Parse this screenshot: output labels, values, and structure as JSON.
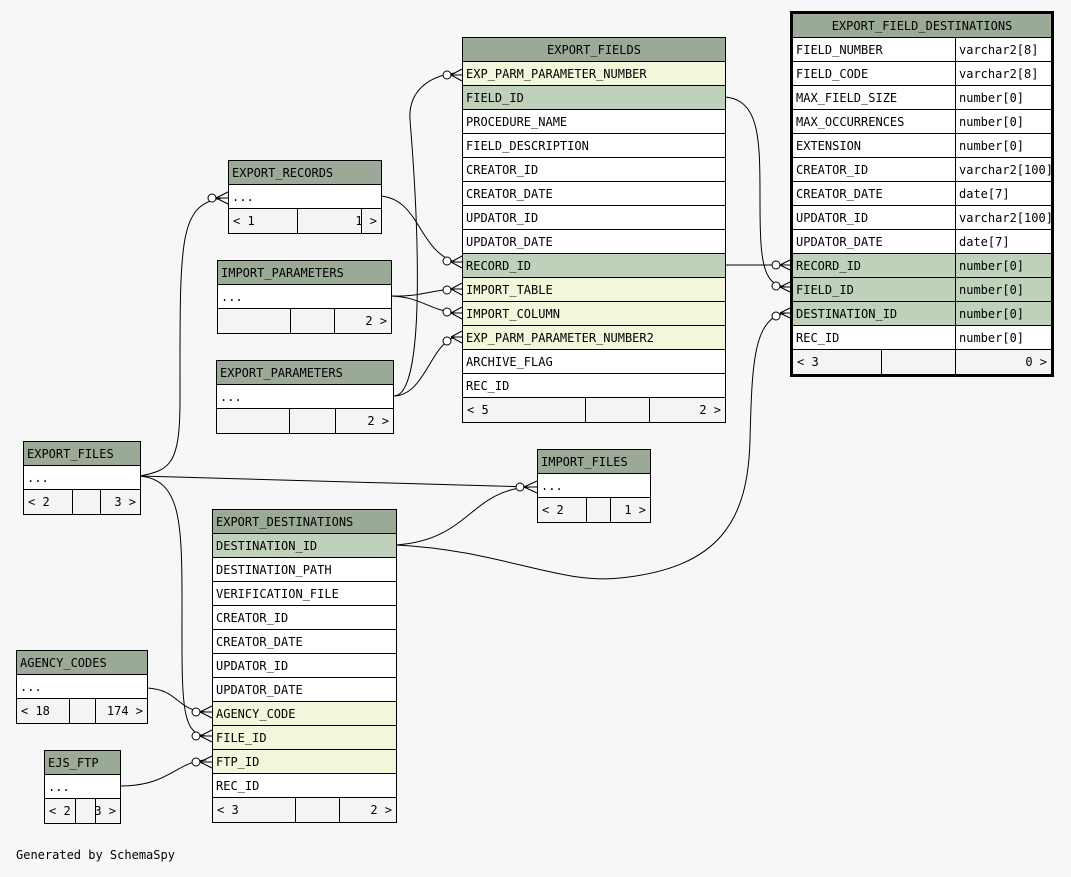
{
  "tables": [
    {
      "id": "export_fields",
      "name": "EXPORT_FIELDS",
      "focus": false,
      "center": true,
      "columns": [
        {
          "name": "EXP_PARM_PARAMETER_NUMBER",
          "kind": "fk"
        },
        {
          "name": "FIELD_ID",
          "kind": "pk"
        },
        {
          "name": "PROCEDURE_NAME",
          "kind": ""
        },
        {
          "name": "FIELD_DESCRIPTION",
          "kind": ""
        },
        {
          "name": "CREATOR_ID",
          "kind": ""
        },
        {
          "name": "CREATOR_DATE",
          "kind": ""
        },
        {
          "name": "UPDATOR_ID",
          "kind": ""
        },
        {
          "name": "UPDATOR_DATE",
          "kind": ""
        },
        {
          "name": "RECORD_ID",
          "kind": "pk"
        },
        {
          "name": "IMPORT_TABLE",
          "kind": "fk"
        },
        {
          "name": "IMPORT_COLUMN",
          "kind": "fk"
        },
        {
          "name": "EXP_PARM_PARAMETER_NUMBER2",
          "kind": "fk"
        },
        {
          "name": "ARCHIVE_FLAG",
          "kind": ""
        },
        {
          "name": "REC_ID",
          "kind": ""
        }
      ],
      "footer": {
        "left": "< 5",
        "right": "2 >"
      }
    },
    {
      "id": "export_field_destinations",
      "name": "EXPORT_FIELD_DESTINATIONS",
      "focus": true,
      "center": true,
      "columns": [
        {
          "name": "FIELD_NUMBER",
          "type": "varchar2[8]",
          "kind": ""
        },
        {
          "name": "FIELD_CODE",
          "type": "varchar2[8]",
          "kind": ""
        },
        {
          "name": "MAX_FIELD_SIZE",
          "type": "number[0]",
          "kind": ""
        },
        {
          "name": "MAX_OCCURRENCES",
          "type": "number[0]",
          "kind": ""
        },
        {
          "name": "EXTENSION",
          "type": "number[0]",
          "kind": ""
        },
        {
          "name": "CREATOR_ID",
          "type": "varchar2[100]",
          "kind": ""
        },
        {
          "name": "CREATOR_DATE",
          "type": "date[7]",
          "kind": ""
        },
        {
          "name": "UPDATOR_ID",
          "type": "varchar2[100]",
          "kind": ""
        },
        {
          "name": "UPDATOR_DATE",
          "type": "date[7]",
          "kind": ""
        },
        {
          "name": "RECORD_ID",
          "type": "number[0]",
          "kind": "pk"
        },
        {
          "name": "FIELD_ID",
          "type": "number[0]",
          "kind": "pk"
        },
        {
          "name": "DESTINATION_ID",
          "type": "number[0]",
          "kind": "pk"
        },
        {
          "name": "REC_ID",
          "type": "number[0]",
          "kind": ""
        }
      ],
      "footer": {
        "left": "< 3",
        "right": "0 >"
      }
    },
    {
      "id": "export_records",
      "name": "EXPORT_RECORDS",
      "focus": false,
      "center": false,
      "columns": [
        {
          "name": "...",
          "kind": "ellipsis"
        }
      ],
      "footer": {
        "left": "< 1",
        "right": "1 >"
      }
    },
    {
      "id": "import_parameters",
      "name": "IMPORT_PARAMETERS",
      "focus": false,
      "center": false,
      "columns": [
        {
          "name": "...",
          "kind": "ellipsis"
        }
      ],
      "footer": {
        "left": "",
        "right": "2 >"
      }
    },
    {
      "id": "export_parameters",
      "name": "EXPORT_PARAMETERS",
      "focus": false,
      "center": false,
      "columns": [
        {
          "name": "...",
          "kind": "ellipsis"
        }
      ],
      "footer": {
        "left": "",
        "right": "2 >"
      }
    },
    {
      "id": "export_files",
      "name": "EXPORT_FILES",
      "focus": false,
      "center": false,
      "columns": [
        {
          "name": "...",
          "kind": "ellipsis"
        }
      ],
      "footer": {
        "left": "< 2",
        "right": "3 >"
      }
    },
    {
      "id": "import_files",
      "name": "IMPORT_FILES",
      "focus": false,
      "center": false,
      "columns": [
        {
          "name": "...",
          "kind": "ellipsis"
        }
      ],
      "footer": {
        "left": "< 2",
        "right": "1 >"
      }
    },
    {
      "id": "export_destinations",
      "name": "EXPORT_DESTINATIONS",
      "focus": false,
      "center": false,
      "columns": [
        {
          "name": "DESTINATION_ID",
          "kind": "pk"
        },
        {
          "name": "DESTINATION_PATH",
          "kind": ""
        },
        {
          "name": "VERIFICATION_FILE",
          "kind": ""
        },
        {
          "name": "CREATOR_ID",
          "kind": ""
        },
        {
          "name": "CREATOR_DATE",
          "kind": ""
        },
        {
          "name": "UPDATOR_ID",
          "kind": ""
        },
        {
          "name": "UPDATOR_DATE",
          "kind": ""
        },
        {
          "name": "AGENCY_CODE",
          "kind": "fk"
        },
        {
          "name": "FILE_ID",
          "kind": "fk"
        },
        {
          "name": "FTP_ID",
          "kind": "fk"
        },
        {
          "name": "REC_ID",
          "kind": ""
        }
      ],
      "footer": {
        "left": "< 3",
        "right": "2 >"
      }
    },
    {
      "id": "agency_codes",
      "name": "AGENCY_CODES",
      "focus": false,
      "center": false,
      "columns": [
        {
          "name": "...",
          "kind": "ellipsis"
        }
      ],
      "footer": {
        "left": "< 18",
        "right": "174 >"
      }
    },
    {
      "id": "ejs_ftp",
      "name": "EJS_FTP",
      "focus": false,
      "center": false,
      "columns": [
        {
          "name": "...",
          "kind": "ellipsis"
        }
      ],
      "footer": {
        "left": "< 2",
        "right": "3 >"
      }
    }
  ],
  "footer_note": "Generated by SchemaSpy"
}
